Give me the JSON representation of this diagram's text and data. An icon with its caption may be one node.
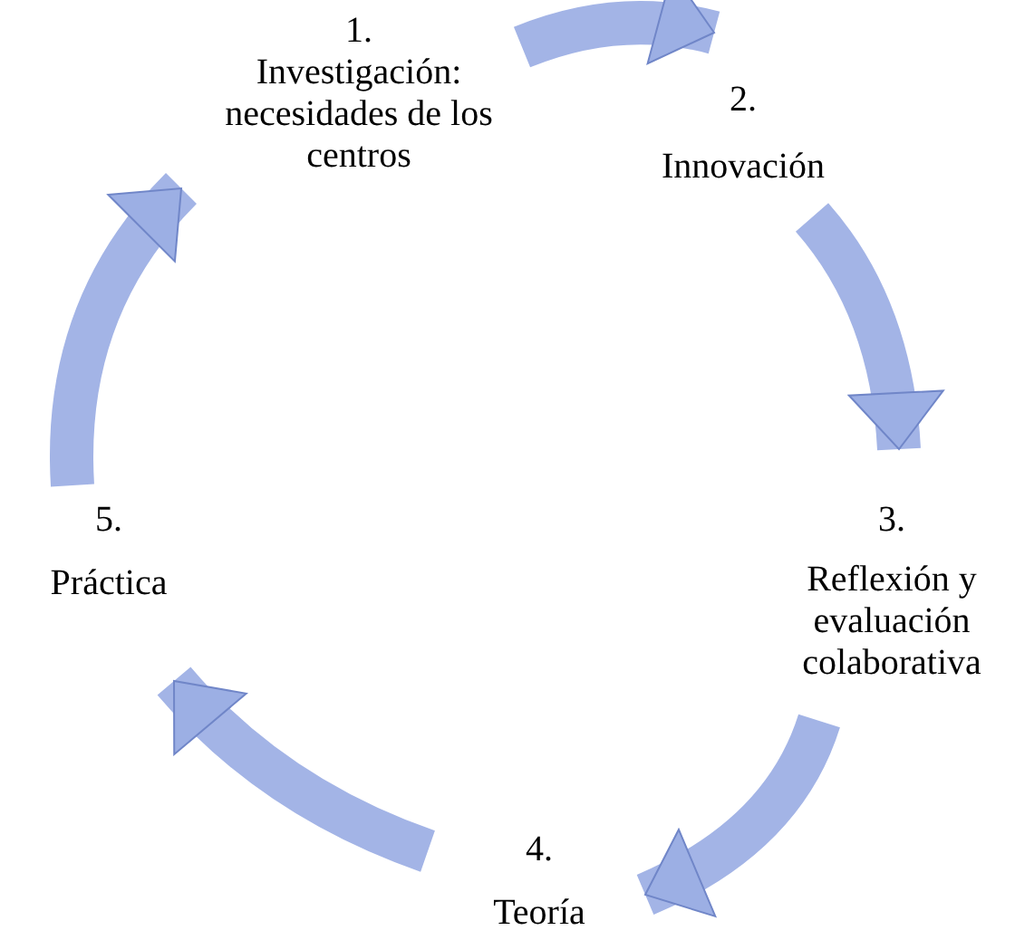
{
  "diagram": {
    "nodes": [
      {
        "text": [
          "1.",
          "Investigación: necesidades de los centros"
        ]
      },
      {
        "text": [
          "2.",
          "Innovación"
        ]
      },
      {
        "text": [
          "3.",
          "Reflexión y evaluación colaborativa"
        ]
      },
      {
        "text": [
          "4.",
          "Teoría"
        ]
      },
      {
        "text": [
          "5.",
          "Práctica"
        ]
      }
    ],
    "edges": [
      {
        "from": 0,
        "to": 1,
        "arrow": "to"
      },
      {
        "from": 1,
        "to": 2,
        "arrow": "to"
      },
      {
        "from": 2,
        "to": 3,
        "arrow": "to"
      },
      {
        "from": 3,
        "to": 4,
        "arrow": "to"
      },
      {
        "from": 4,
        "to": 0,
        "arrow": "to"
      }
    ]
  }
}
